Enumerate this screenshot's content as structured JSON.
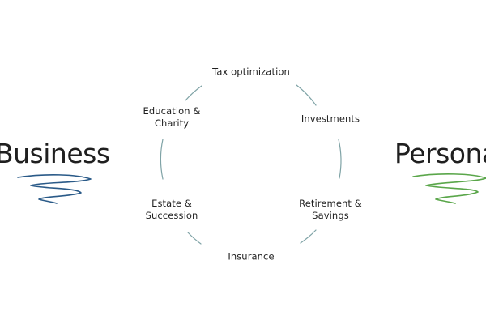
{
  "left_side": {
    "title": "Business",
    "swirl_color": "#2a5a88"
  },
  "right_side": {
    "title": "Personal",
    "swirl_color": "#5aa64a"
  },
  "cycle": {
    "arc_color": "#7fa3a6",
    "nodes": [
      {
        "lines": [
          "Tax optimization"
        ]
      },
      {
        "lines": [
          "Investments"
        ]
      },
      {
        "lines": [
          "Retirement &",
          "Savings"
        ]
      },
      {
        "lines": [
          "Insurance"
        ]
      },
      {
        "lines": [
          "Estate &",
          "Succession"
        ]
      },
      {
        "lines": [
          "Education &",
          "Charity"
        ]
      }
    ]
  }
}
